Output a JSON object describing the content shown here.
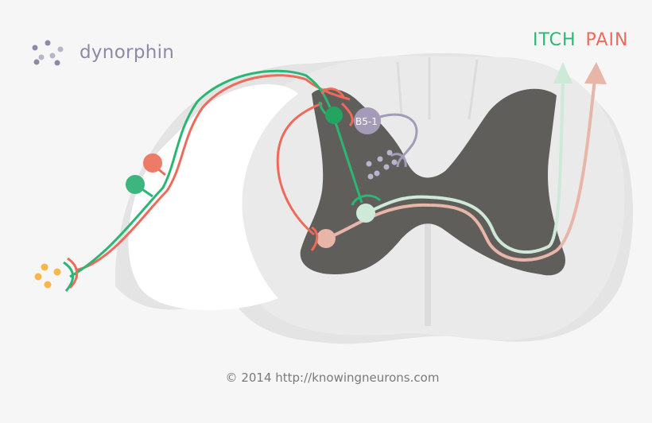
{
  "legend": {
    "label": "dynorphin",
    "icon": "dots-icon",
    "dot_color": "#8d8aa6"
  },
  "outputs": {
    "itch_label": "ITCH",
    "pain_label": "PAIN",
    "itch_color": "#2bb673",
    "pain_color": "#ee6a5a"
  },
  "cell_label": "B5-1",
  "copyright": "© 2014 http://knowingneurons.com",
  "colors": {
    "background": "#f6f6f6",
    "spinal_white_matter": "#e2e2e2",
    "gray_matter": "#5f5e5b",
    "drg": "#ffffff",
    "itch_neuron": "#2bb673",
    "pain_neuron": "#ee6a5a",
    "inhibitory_cell": "#a39bb8",
    "stimulus": "#f7b74b"
  }
}
